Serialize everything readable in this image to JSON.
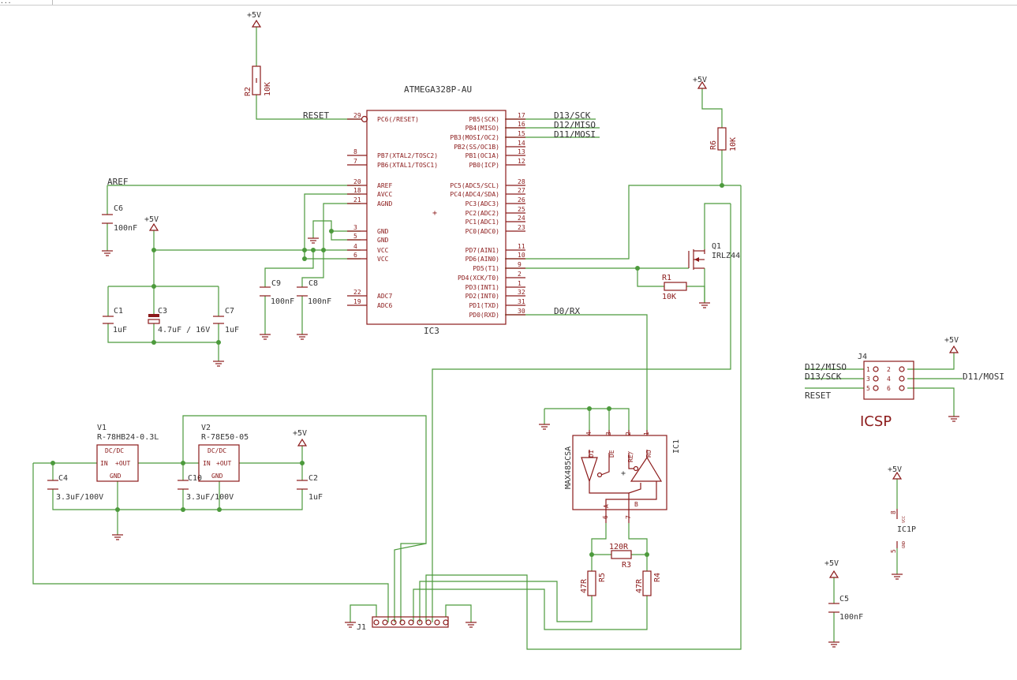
{
  "toolbar": {
    "tab_label": "..."
  },
  "supply": {
    "p5v": "+5V"
  },
  "ic3": {
    "name": "IC3",
    "part": "ATMEGA328P-AU",
    "left_pins": [
      {
        "num": "29",
        "label": "PC6(/RESET)"
      },
      {
        "num": "8",
        "label": "PB7(XTAL2/TOSC2)"
      },
      {
        "num": "7",
        "label": "PB6(XTAL1/TOSC1)"
      },
      {
        "num": "20",
        "label": "AREF"
      },
      {
        "num": "18",
        "label": "AVCC"
      },
      {
        "num": "21",
        "label": "AGND"
      },
      {
        "num": "3",
        "label": "GND"
      },
      {
        "num": "5",
        "label": "GND"
      },
      {
        "num": "4",
        "label": "VCC"
      },
      {
        "num": "6",
        "label": "VCC"
      },
      {
        "num": "22",
        "label": "ADC7"
      },
      {
        "num": "19",
        "label": "ADC6"
      }
    ],
    "right_pins": [
      {
        "num": "17",
        "label": "PB5(SCK)"
      },
      {
        "num": "16",
        "label": "PB4(MISO)"
      },
      {
        "num": "15",
        "label": "PB3(MOSI/OC2)"
      },
      {
        "num": "14",
        "label": "PB2(SS/OC1B)"
      },
      {
        "num": "13",
        "label": "PB1(OC1A)"
      },
      {
        "num": "12",
        "label": "PB0(ICP)"
      },
      {
        "num": "28",
        "label": "PC5(ADC5/SCL)"
      },
      {
        "num": "27",
        "label": "PC4(ADC4/SDA)"
      },
      {
        "num": "26",
        "label": "PC3(ADC3)"
      },
      {
        "num": "25",
        "label": "PC2(ADC2)"
      },
      {
        "num": "24",
        "label": "PC1(ADC1)"
      },
      {
        "num": "23",
        "label": "PC0(ADC0)"
      },
      {
        "num": "11",
        "label": "PD7(AIN1)"
      },
      {
        "num": "10",
        "label": "PD6(AIN0)"
      },
      {
        "num": "9",
        "label": "PD5(T1)"
      },
      {
        "num": "2",
        "label": "PD4(XCK/T0)"
      },
      {
        "num": "1",
        "label": "PD3(INT1)"
      },
      {
        "num": "32",
        "label": "PD2(INT0)"
      },
      {
        "num": "31",
        "label": "PD1(TXD)"
      },
      {
        "num": "30",
        "label": "PD0(RXD)"
      }
    ]
  },
  "nets": {
    "reset": "RESET",
    "aref": "AREF",
    "d13": "D13/SCK",
    "d12": "D12/MISO",
    "d11": "D11/MOSI",
    "d0": "D0/RX",
    "icsp_d12": "D12/MISO",
    "icsp_d13": "D13/SCK",
    "icsp_d11": "D11/MOSI",
    "icsp_reset": "RESET"
  },
  "passives": {
    "r2": {
      "name": "R2",
      "value": "10K"
    },
    "r6": {
      "name": "R6",
      "value": "10K"
    },
    "r1": {
      "name": "R1",
      "value": "10K"
    },
    "r3": {
      "name": "R3",
      "value": "120R"
    },
    "r4": {
      "name": "R4",
      "value": "47R"
    },
    "r5": {
      "name": "R5",
      "value": "47R"
    },
    "c6": {
      "name": "C6",
      "value": "100nF"
    },
    "c9": {
      "name": "C9",
      "value": "100nF"
    },
    "c8": {
      "name": "C8",
      "value": "100nF"
    },
    "c1": {
      "name": "C1",
      "value": "1uF"
    },
    "c3": {
      "name": "C3",
      "value": "4.7uF / 16V"
    },
    "c7": {
      "name": "C7",
      "value": "1uF"
    },
    "c4": {
      "name": "C4",
      "value": "3.3uF/100V"
    },
    "c10": {
      "name": "C10",
      "value": "3.3uF/100V"
    },
    "c2": {
      "name": "C2",
      "value": "1uF"
    },
    "c5": {
      "name": "C5",
      "value": "100nF"
    }
  },
  "q1": {
    "name": "Q1",
    "part": "IRLZ44"
  },
  "v1": {
    "name": "V1",
    "part": "R-78HB24-0.3L",
    "dcdc": "DC/DC",
    "in": "IN",
    "out": "+OUT",
    "gnd": "GND"
  },
  "v2": {
    "name": "V2",
    "part": "R-78E50-05",
    "dcdc": "DC/DC",
    "in": "IN",
    "out": "+OUT",
    "gnd": "GND"
  },
  "ic1": {
    "name": "IC1",
    "part": "MAX485CSA",
    "pins": {
      "di": "DI",
      "de": "DE",
      "re": "RE/",
      "ro": "RO",
      "a": "A",
      "b": "B"
    },
    "pin_nums": {
      "di": "4",
      "de": "3",
      "re": "2",
      "ro": "1",
      "a": "6",
      "b": "7"
    }
  },
  "ic1p": {
    "name": "IC1P",
    "vcc_pin": "8",
    "gnd_pin": "5",
    "vcc": "VCC",
    "gnd": "GND"
  },
  "j1": {
    "name": "J1"
  },
  "j4": {
    "name": "J4",
    "title": "ICSP",
    "left_nums": [
      "1",
      "3",
      "5"
    ],
    "right_nums": [
      "2",
      "4",
      "6"
    ]
  }
}
